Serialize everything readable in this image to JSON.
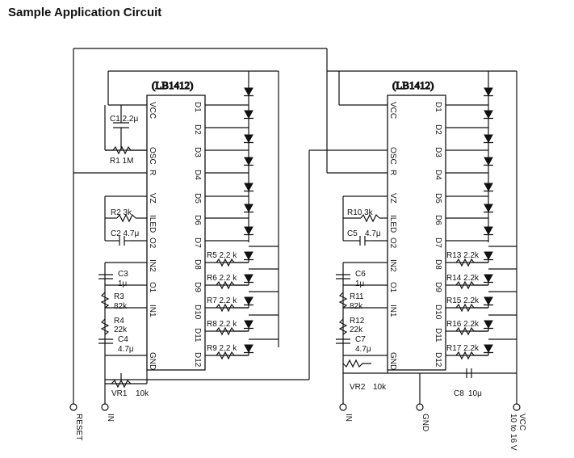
{
  "page_title": "Sample Application Circuit",
  "ic_left": {
    "name": "(LB1412)",
    "left_pins": [
      "VCC",
      "OSC",
      "R",
      "VZ",
      "ILED",
      "O2",
      "IN2",
      "O1",
      "IN1",
      "GND"
    ],
    "right_pins": [
      "D1",
      "D2",
      "D3",
      "D4",
      "D5",
      "D6",
      "D7",
      "D8",
      "D9",
      "D10",
      "D11",
      "D12"
    ]
  },
  "ic_right": {
    "name": "(LB1412)",
    "left_pins": [
      "VCC",
      "OSC",
      "R",
      "VZ",
      "ILED",
      "O2",
      "IN2",
      "O1",
      "IN1",
      "GND"
    ],
    "right_pins": [
      "D1",
      "D2",
      "D3",
      "D4",
      "D5",
      "D6",
      "D7",
      "D8",
      "D9",
      "D10",
      "D11",
      "D12"
    ]
  },
  "left_components": {
    "c1": "C1  2.2μ",
    "r1": "R1  1M",
    "r2": "R2  3k",
    "c2": "C2  4.7μ",
    "c3a": "C3",
    "c3b": "1μ",
    "r3a": "R3",
    "r3b": "82k",
    "r4a": "R4",
    "r4b": "22k",
    "c4a": "C4",
    "c4b": "4.7μ",
    "vr1": "VR1",
    "vr1v": "10k",
    "r5": "R5 2.2 k",
    "r6": "R6 2.2 k",
    "r7": "R7 2.2 k",
    "r8": "R8 2.2 k",
    "r9": "R9 2.2 k"
  },
  "right_components": {
    "r10": "R10  3k",
    "c5": "C5",
    "c5v": "4.7μ",
    "c6a": "C6",
    "c6b": "1μ",
    "r11a": "R11",
    "r11b": "82k",
    "r12a": "R12",
    "r12b": "22k",
    "c7a": "C7",
    "c7b": "4.7μ",
    "vr2": "VR2",
    "vr2v": "10k",
    "r13": "R13  2.2k",
    "r14": "R14  2.2k",
    "r15": "R15  2.2k",
    "r16": "R16  2.2k",
    "r17": "R17  2.2k",
    "c8": "C8",
    "c8v": "10μ"
  },
  "terminals": {
    "reset": "RESET",
    "in_left": "IN",
    "in_right": "IN",
    "gnd": "GND",
    "vcc": "VCC",
    "vcc_range": "10 to 16 V"
  }
}
